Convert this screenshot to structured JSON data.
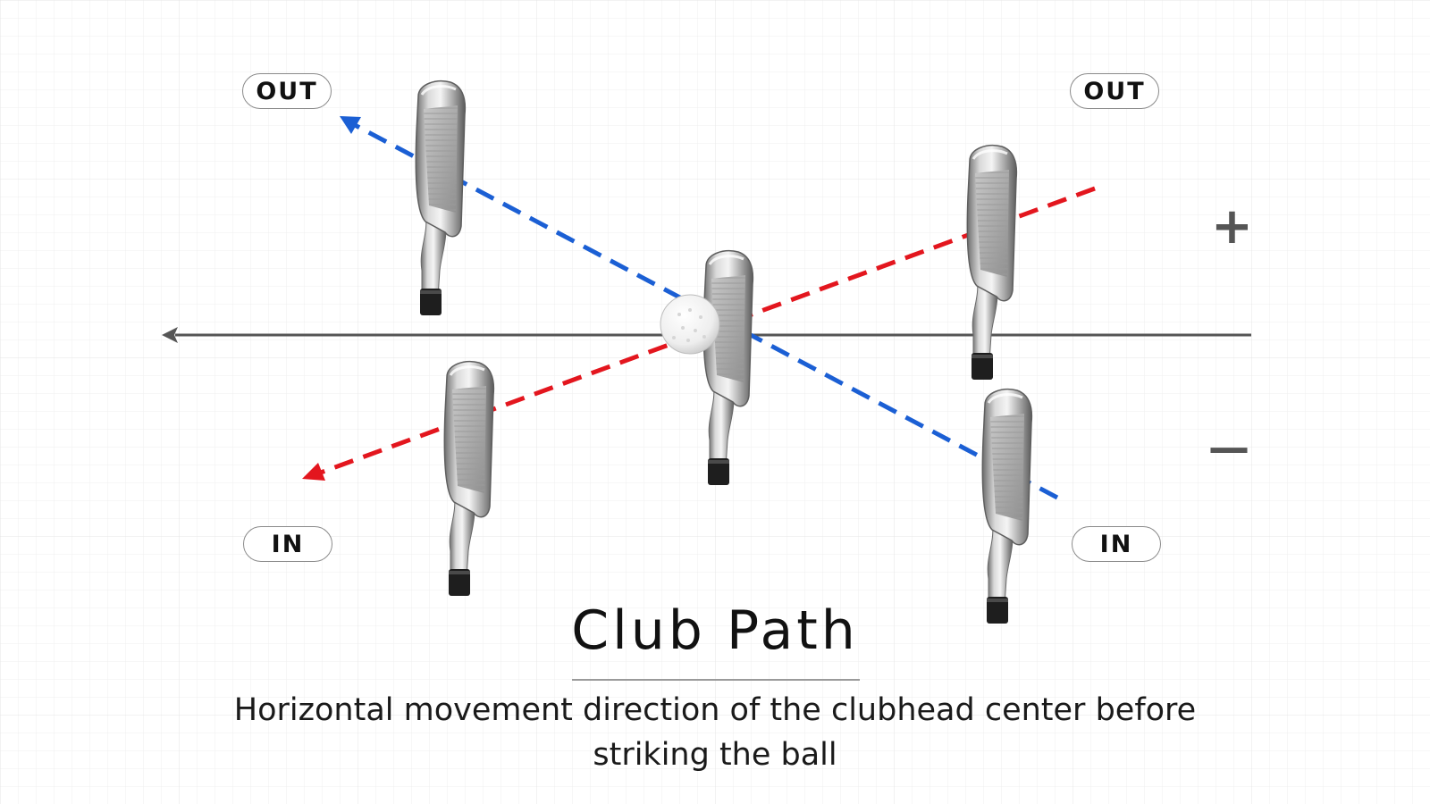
{
  "labels": {
    "out_left": "OUT",
    "out_right": "OUT",
    "in_left": "IN",
    "in_right": "IN",
    "plus": "+",
    "minus": "—"
  },
  "title": "Club Path",
  "description": "Horizontal movement direction of the clubhead center before striking the ball",
  "colors": {
    "in_to_out_path": "#e3161e",
    "out_to_in_path": "#1b5fd4",
    "target_line": "#555555",
    "grid": "#e6e6e6"
  },
  "icons": [
    "golf-iron-club",
    "golf-ball",
    "arrow-left"
  ]
}
